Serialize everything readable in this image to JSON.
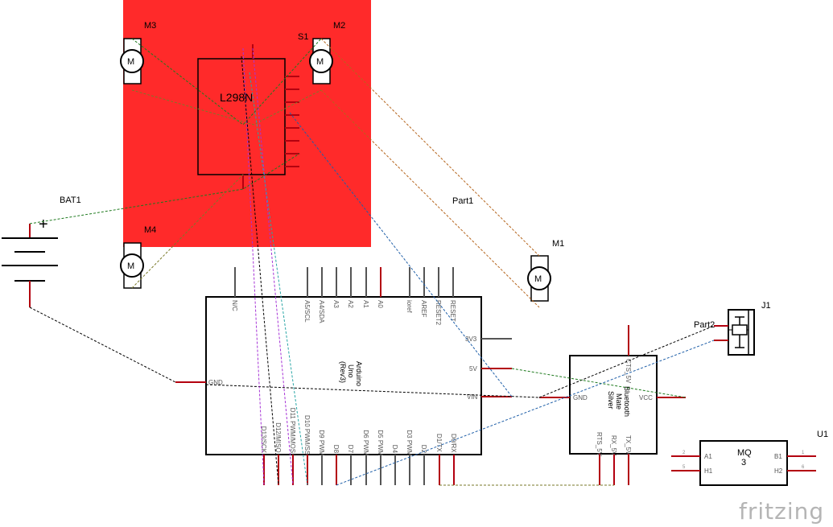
{
  "components": {
    "l298n": {
      "label": "L298N",
      "fill_color": "#ff1f1f"
    },
    "m1": {
      "label": "M1",
      "symbol": "M"
    },
    "m2": {
      "label": "M2",
      "symbol": "M"
    },
    "m3": {
      "label": "M3",
      "symbol": "M"
    },
    "m4": {
      "label": "M4",
      "symbol": "M"
    },
    "s1": {
      "label": "S1"
    },
    "bat1": {
      "label": "BAT1",
      "plus": "+"
    },
    "part1": {
      "label": "Part1"
    },
    "part2": {
      "label": "Part2"
    },
    "j1": {
      "label": "J1"
    },
    "u1": {
      "label": "U1"
    },
    "arduino": {
      "title1": "Arduino",
      "title2": "Uno",
      "title3": "(Rev3)",
      "top_pins": [
        "N/C",
        "A5/SCL",
        "A4/SDA",
        "A3",
        "A2",
        "A1",
        "A0",
        "ioref",
        "AREF",
        "RESET2",
        "RESET"
      ],
      "right_pins": [
        "3V3",
        "5V",
        "VIN"
      ],
      "left_pins": [
        "GND"
      ],
      "bottom_pins": [
        "D13/SCK",
        "D12/MISO",
        "D11 PWM/MOSI",
        "D10 PWM/SS",
        "D9 PWM",
        "D8",
        "D7",
        "D6 PWM",
        "D5 PWM",
        "D4",
        "D3 PWM",
        "D2",
        "D1/TX",
        "D0/RX"
      ]
    },
    "bluetooth": {
      "title1": "Bluetooth",
      "title2": "Mate",
      "title3": "Silver",
      "pins": {
        "top": "CTS_5V",
        "left": "GND",
        "right": "VCC",
        "b1": "RTS_5V",
        "b2": "RX_5V",
        "b3": "TX_5V"
      }
    },
    "mq3": {
      "title1": "MQ",
      "title2": "3",
      "pins": {
        "a1": "A1",
        "h1": "H1",
        "b1": "B1",
        "h2": "H2"
      },
      "pin_numbers": {
        "a1": "2",
        "h1": "5",
        "b1": "1",
        "h2": "6"
      }
    }
  },
  "logo": "fritzing",
  "colors": {
    "pin": "#b3000f",
    "body": "#000000",
    "wires": [
      "#000000",
      "#1e7a1e",
      "#b5651d",
      "#1f5fa8",
      "#a633d6",
      "#2aa6a6",
      "#7a7a2a",
      "#c2762a"
    ]
  }
}
